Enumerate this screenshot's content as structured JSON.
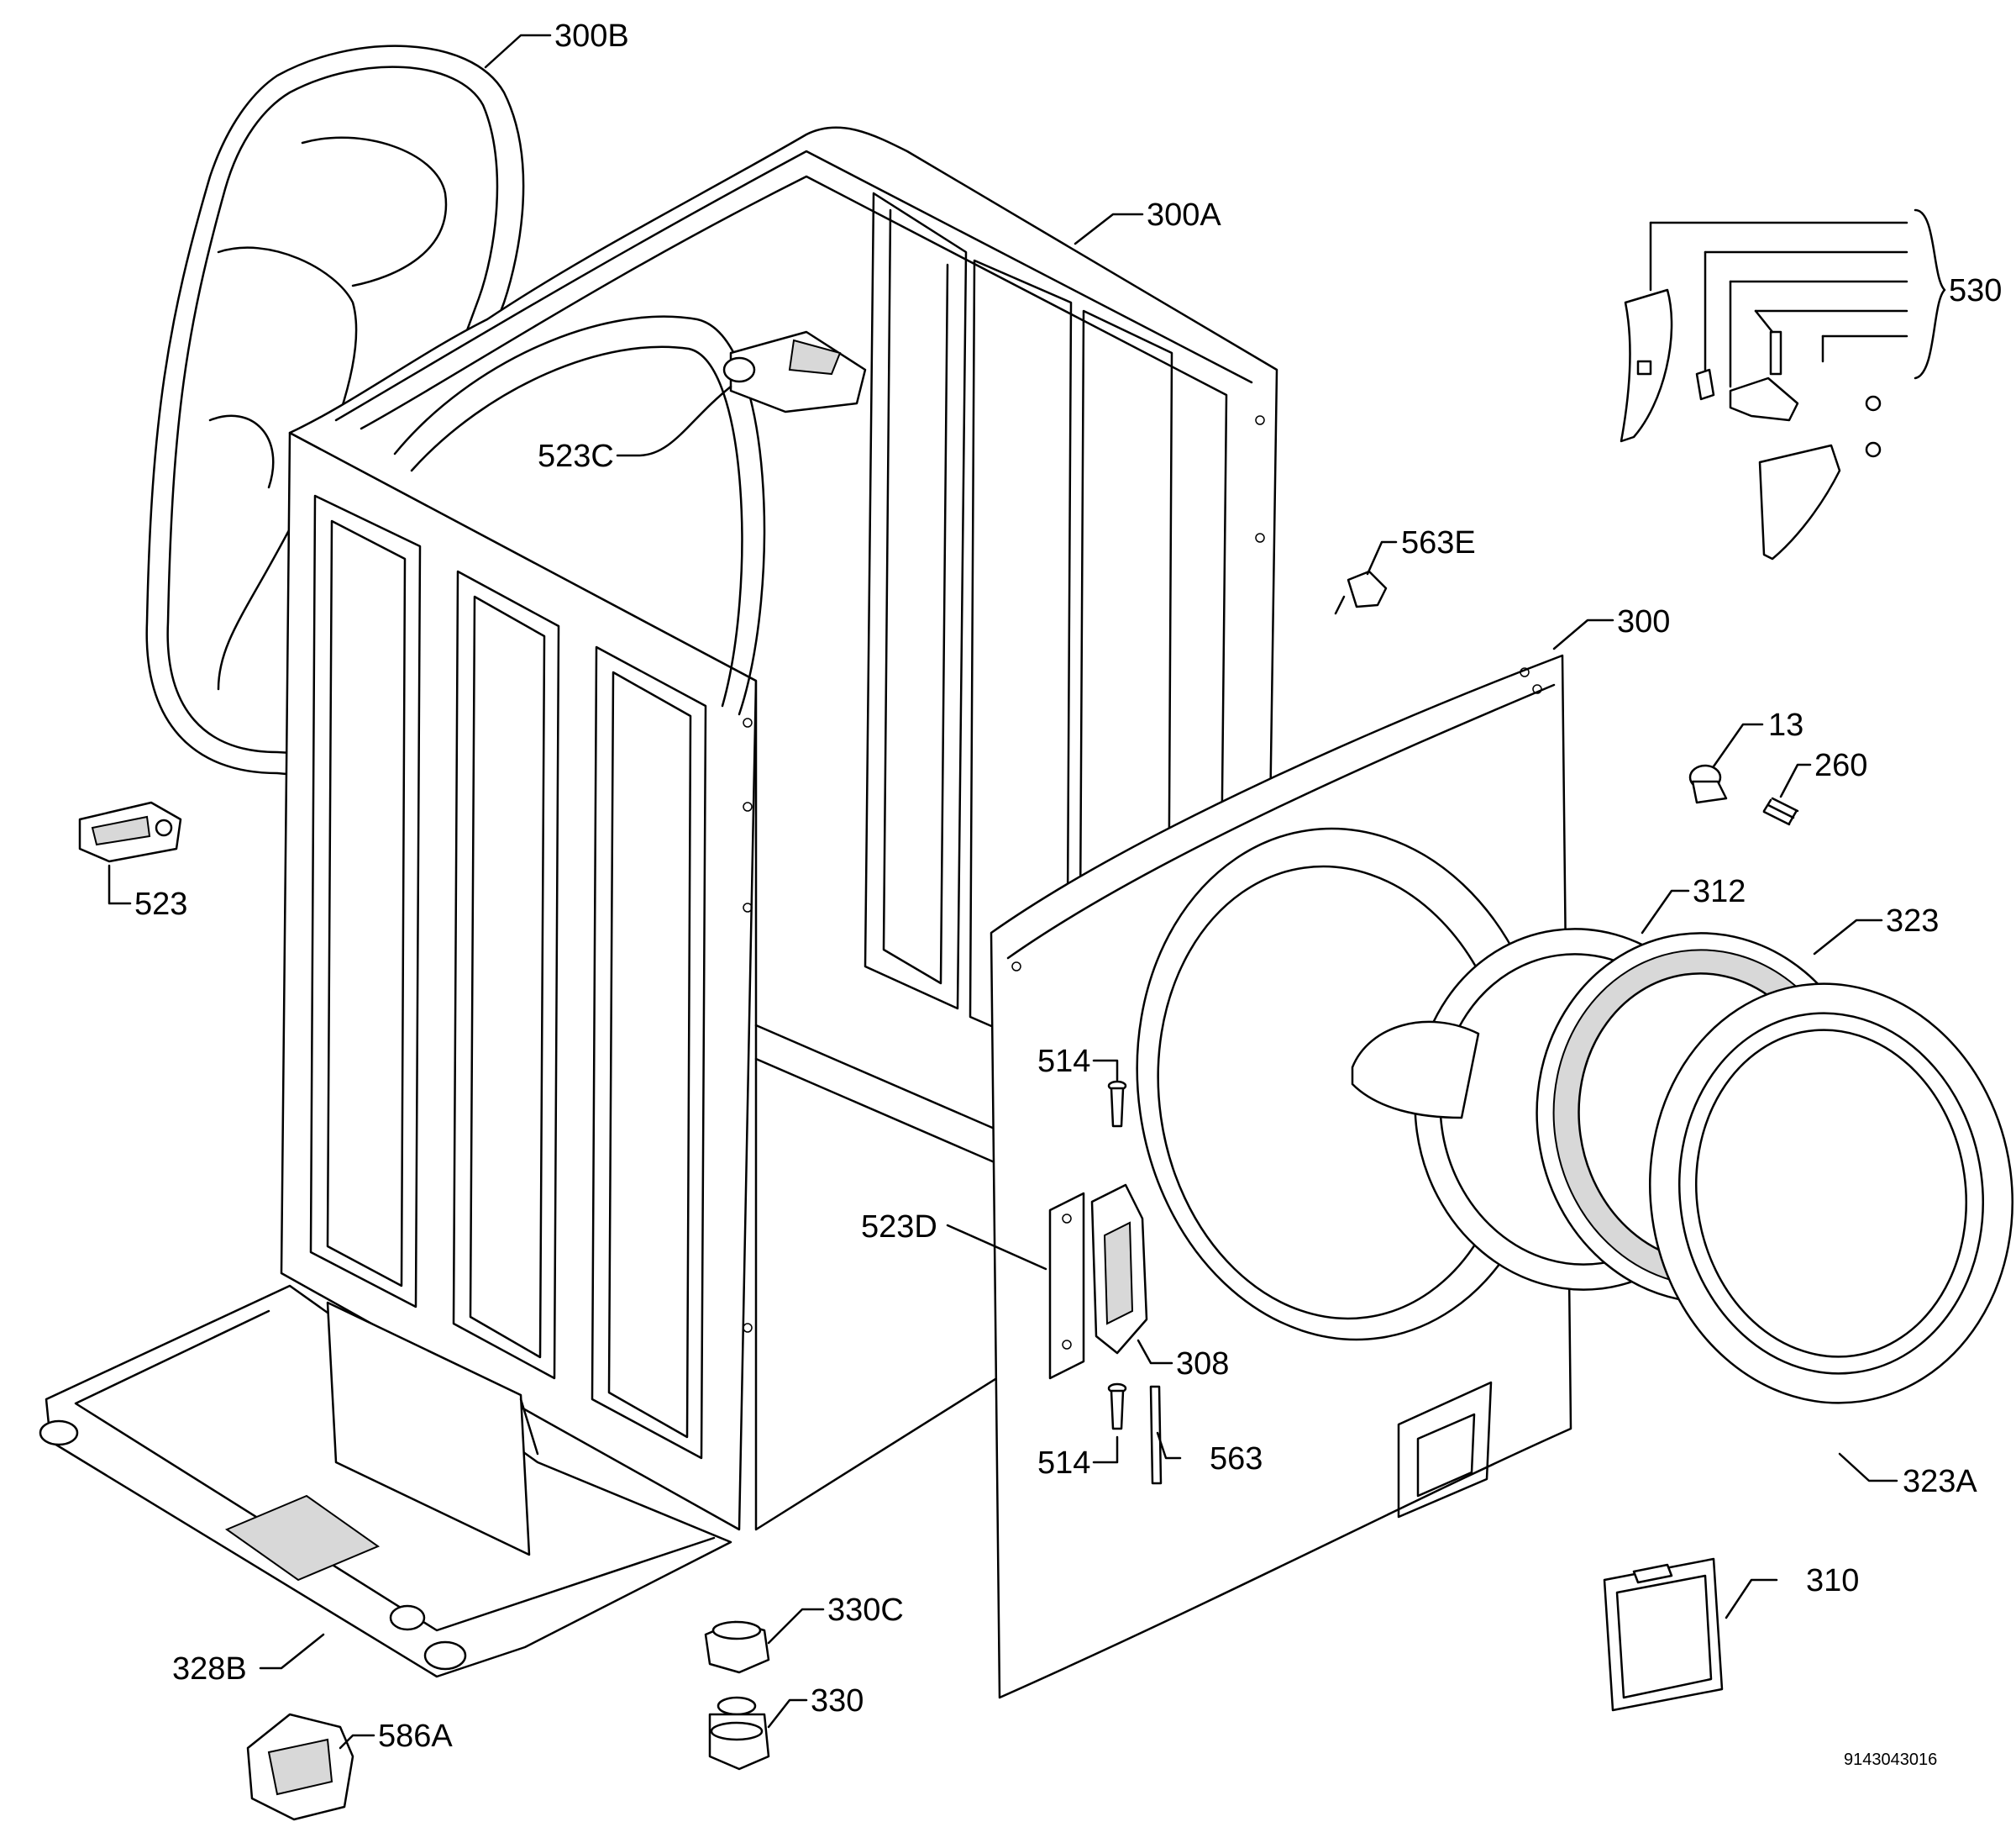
{
  "labels": {
    "l300B": "300B",
    "l300A": "300A",
    "l530": "530",
    "l523C": "523C",
    "l563E": "563E",
    "l300": "300",
    "l13": "13",
    "l260": "260",
    "l523": "523",
    "l312": "312",
    "l323": "323",
    "l514a": "514",
    "l523D": "523D",
    "l308": "308",
    "l514b": "514",
    "l563": "563",
    "l323A": "323A",
    "l310": "310",
    "l330C": "330C",
    "l328B": "328B",
    "l330": "330",
    "l586A": "586A"
  },
  "doc_number": "9143043016"
}
